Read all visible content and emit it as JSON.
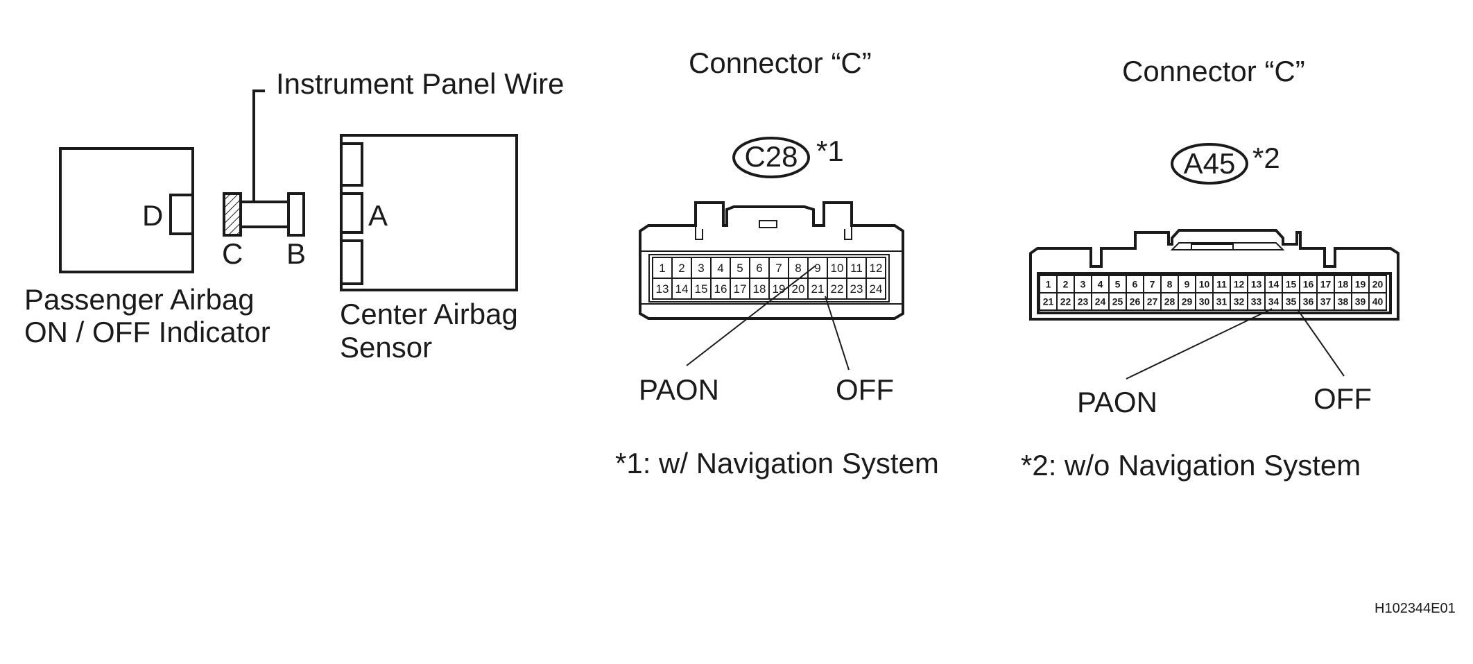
{
  "left_diagram": {
    "wire_label": "Instrument Panel Wire",
    "indicator_label_line1": "Passenger Airbag",
    "indicator_label_line2": "ON / OFF Indicator",
    "sensor_label_line1": "Center Airbag",
    "sensor_label_line2": "Sensor",
    "terminal_a": "A",
    "terminal_b": "B",
    "terminal_c": "C",
    "terminal_d": "D"
  },
  "connector_nav": {
    "title": "Connector “C”",
    "code": "C28",
    "note_mark": "*1",
    "pins_row1": [
      "1",
      "2",
      "3",
      "4",
      "5",
      "6",
      "7",
      "8",
      "9",
      "10",
      "11",
      "12"
    ],
    "pins_row2": [
      "13",
      "14",
      "15",
      "16",
      "17",
      "18",
      "19",
      "20",
      "21",
      "22",
      "23",
      "24"
    ],
    "label_paon": "PAON",
    "label_off": "OFF",
    "footnote": "*1: w/ Navigation System"
  },
  "connector_nonav": {
    "title": "Connector “C”",
    "code": "A45",
    "note_mark": "*2",
    "pins_row1": [
      "1",
      "2",
      "3",
      "4",
      "5",
      "6",
      "7",
      "8",
      "9",
      "10",
      "11",
      "12",
      "13",
      "14",
      "15",
      "16",
      "17",
      "18",
      "19",
      "20"
    ],
    "pins_row2": [
      "21",
      "22",
      "23",
      "24",
      "25",
      "26",
      "27",
      "28",
      "29",
      "30",
      "31",
      "32",
      "33",
      "34",
      "35",
      "36",
      "37",
      "38",
      "39",
      "40"
    ],
    "label_paon": "PAON",
    "label_off": "OFF",
    "footnote": "*2: w/o Navigation System"
  },
  "reference_code": "H102344E01",
  "colors": {
    "ink": "#1a1a1a",
    "background": "#ffffff"
  }
}
